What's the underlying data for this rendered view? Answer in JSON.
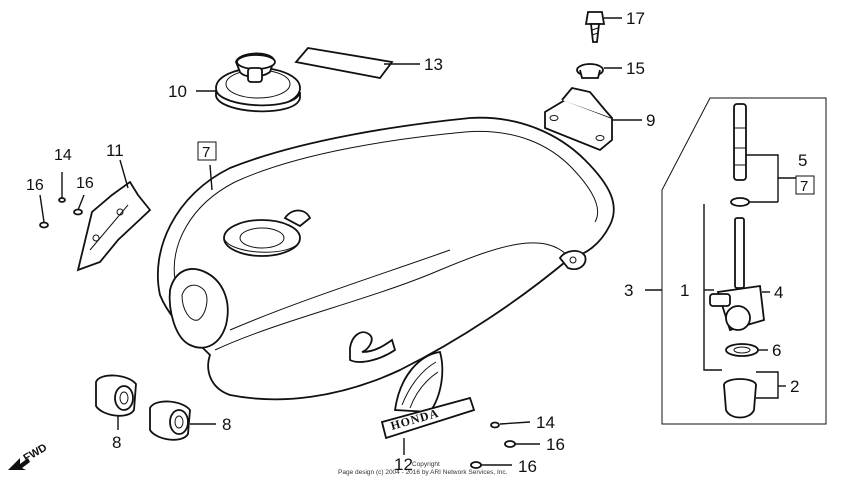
{
  "callouts": [
    {
      "id": "c17",
      "text": "17"
    },
    {
      "id": "c15",
      "text": "15"
    },
    {
      "id": "c13",
      "text": "13"
    },
    {
      "id": "c10",
      "text": "10"
    },
    {
      "id": "c9",
      "text": "9"
    },
    {
      "id": "c14a",
      "text": "14"
    },
    {
      "id": "c11",
      "text": "11"
    },
    {
      "id": "c16a",
      "text": "16"
    },
    {
      "id": "c16b",
      "text": "16"
    },
    {
      "id": "c7a",
      "text": "7"
    },
    {
      "id": "c5",
      "text": "5"
    },
    {
      "id": "c7b",
      "text": "7"
    },
    {
      "id": "c3",
      "text": "3"
    },
    {
      "id": "c1",
      "text": "1"
    },
    {
      "id": "c4",
      "text": "4"
    },
    {
      "id": "c6",
      "text": "6"
    },
    {
      "id": "c2",
      "text": "2"
    },
    {
      "id": "c8a",
      "text": "8"
    },
    {
      "id": "c8b",
      "text": "8"
    },
    {
      "id": "c14b",
      "text": "14"
    },
    {
      "id": "c16c",
      "text": "16"
    },
    {
      "id": "c12",
      "text": "12"
    },
    {
      "id": "c16d",
      "text": "16"
    }
  ],
  "direction_marker": "FWD",
  "emblem_text": "HONDA",
  "copyright_line1": "Copyright",
  "copyright_line2": "Page design (c) 2004 - 2016 by ARI Network Services, Inc."
}
